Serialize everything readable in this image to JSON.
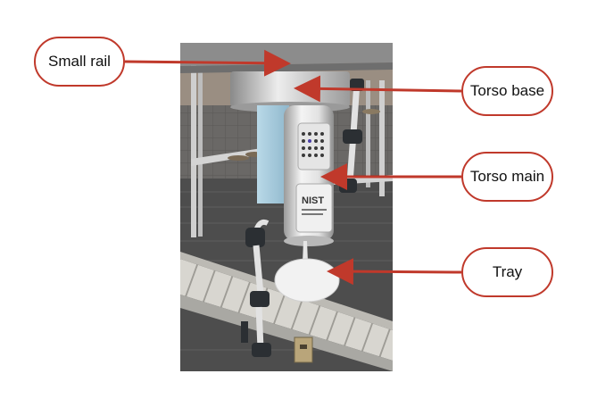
{
  "labels": {
    "small_rail": "Small rail",
    "torso_base": "Torso base",
    "torso_main": "Torso main",
    "tray": "Tray"
  },
  "colors": {
    "callout_border": "#c0392b",
    "arrow": "#c0392b",
    "rail": "#8c8c8c",
    "robot_body": "#e8e8e8",
    "arm_joint": "#2b2f33",
    "floor": "#5a5a5a",
    "conveyor": "#d9d9d4"
  },
  "panel_logo_text": "NIST"
}
